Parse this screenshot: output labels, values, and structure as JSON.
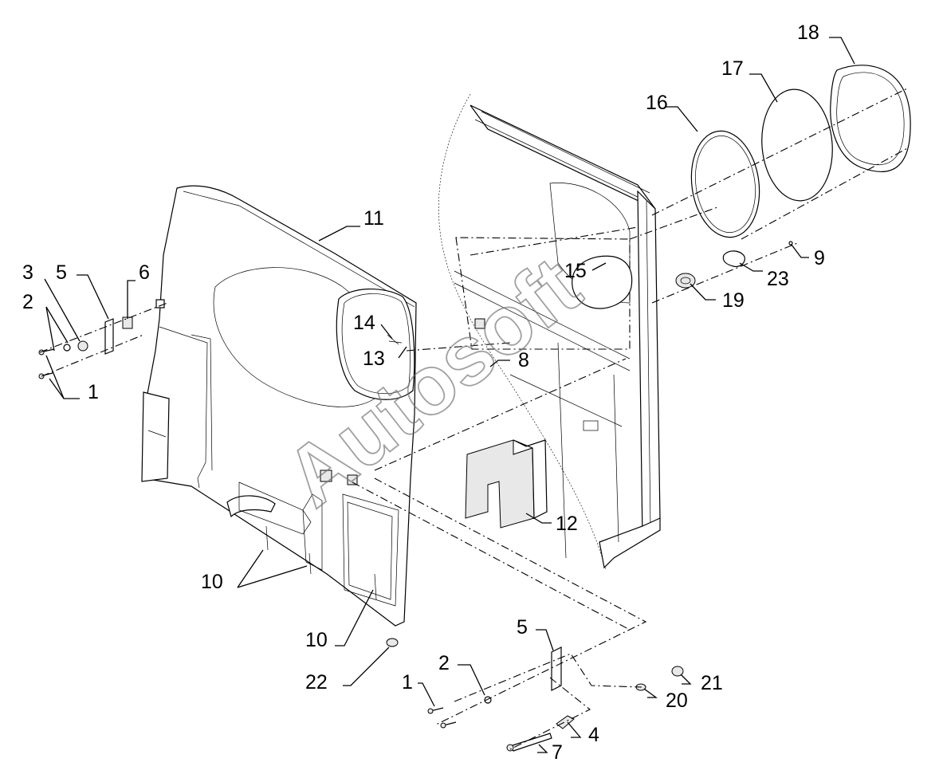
{
  "diagram": {
    "watermark": "Autosoft",
    "callouts": [
      {
        "id": "c1a",
        "label": "1"
      },
      {
        "id": "c2a",
        "label": "2"
      },
      {
        "id": "c3",
        "label": "3"
      },
      {
        "id": "c5a",
        "label": "5"
      },
      {
        "id": "c6",
        "label": "6"
      },
      {
        "id": "c11",
        "label": "11"
      },
      {
        "id": "c14",
        "label": "14"
      },
      {
        "id": "c13",
        "label": "13"
      },
      {
        "id": "c8",
        "label": "8"
      },
      {
        "id": "c15",
        "label": "15"
      },
      {
        "id": "c16",
        "label": "16"
      },
      {
        "id": "c17",
        "label": "17"
      },
      {
        "id": "c18",
        "label": "18"
      },
      {
        "id": "c9",
        "label": "9"
      },
      {
        "id": "c23",
        "label": "23"
      },
      {
        "id": "c19",
        "label": "19"
      },
      {
        "id": "c12",
        "label": "12"
      },
      {
        "id": "c10a",
        "label": "10"
      },
      {
        "id": "c10b",
        "label": "10"
      },
      {
        "id": "c22",
        "label": "22"
      },
      {
        "id": "c5b",
        "label": "5"
      },
      {
        "id": "c2b",
        "label": "2"
      },
      {
        "id": "c1b",
        "label": "1"
      },
      {
        "id": "c20",
        "label": "20"
      },
      {
        "id": "c21",
        "label": "21"
      },
      {
        "id": "c4",
        "label": "4"
      },
      {
        "id": "c7",
        "label": "7"
      }
    ]
  }
}
